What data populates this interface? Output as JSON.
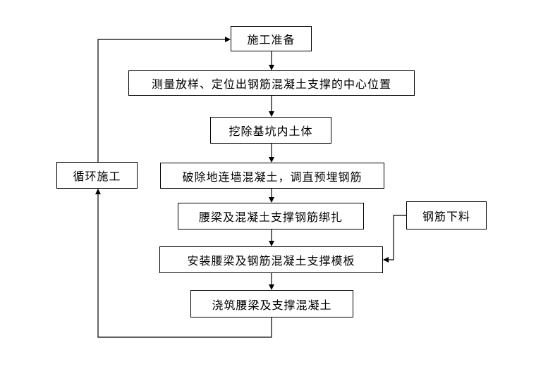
{
  "nodes": {
    "prepare": "施工准备",
    "survey": "测量放样、定位出钢筋混凝土支撑的中心位置",
    "excavate": "挖除基坑内土体",
    "break_wall": "破除地连墙混凝土，调直预埋钢筋",
    "bind_rebar": "腰梁及混凝土支撑钢筋绑扎",
    "formwork": "安装腰梁及钢筋混凝土支撑模板",
    "pour": "浇筑腰梁及支撑混凝土",
    "cycle": "循环施工",
    "rebar_cutting": "钢筋下料"
  },
  "edges": [
    {
      "from": "prepare",
      "to": "survey"
    },
    {
      "from": "survey",
      "to": "excavate"
    },
    {
      "from": "excavate",
      "to": "break_wall"
    },
    {
      "from": "break_wall",
      "to": "bind_rebar"
    },
    {
      "from": "bind_rebar",
      "to": "formwork"
    },
    {
      "from": "formwork",
      "to": "pour"
    },
    {
      "from": "rebar_cutting",
      "to": "formwork"
    },
    {
      "from": "pour",
      "to": "cycle"
    },
    {
      "from": "cycle",
      "to": "prepare"
    }
  ],
  "colors": {
    "line": "#000000",
    "box_border": "#000000",
    "background": "#ffffff"
  }
}
